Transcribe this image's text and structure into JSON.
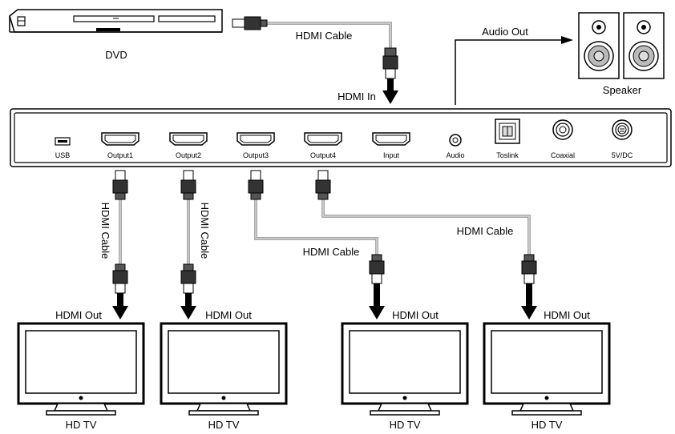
{
  "source_device": {
    "label": "DVD"
  },
  "speakers": {
    "label": "Speaker"
  },
  "links": {
    "hdmi_cable_top": "HDMI Cable",
    "hdmi_in": "HDMI In",
    "audio_out": "Audio Out",
    "cable_out1": "HDMI Cable",
    "cable_out2": "HDMI Cable",
    "cable_out3": "HDMI Cable",
    "cable_out4": "HDMI Cable"
  },
  "splitter": {
    "ports": [
      {
        "label": "USB"
      },
      {
        "label": "Output1"
      },
      {
        "label": "Output2"
      },
      {
        "label": "Output3"
      },
      {
        "label": "Output4"
      },
      {
        "label": "Input"
      },
      {
        "label": "Audio"
      },
      {
        "label": "Toslink"
      },
      {
        "label": "Coaxial"
      },
      {
        "label": "5V/DC"
      }
    ]
  },
  "displays": [
    {
      "out_label": "HDMI Out",
      "label": "HD TV"
    },
    {
      "out_label": "HDMI Out",
      "label": "HD TV"
    },
    {
      "out_label": "HDMI Out",
      "label": "HD TV"
    },
    {
      "out_label": "HDMI Out",
      "label": "HD TV"
    }
  ],
  "colors": {
    "line": "#000000",
    "cable": "#666666",
    "cable_fill": "#cccccc",
    "dark": "#1a1a1a"
  }
}
